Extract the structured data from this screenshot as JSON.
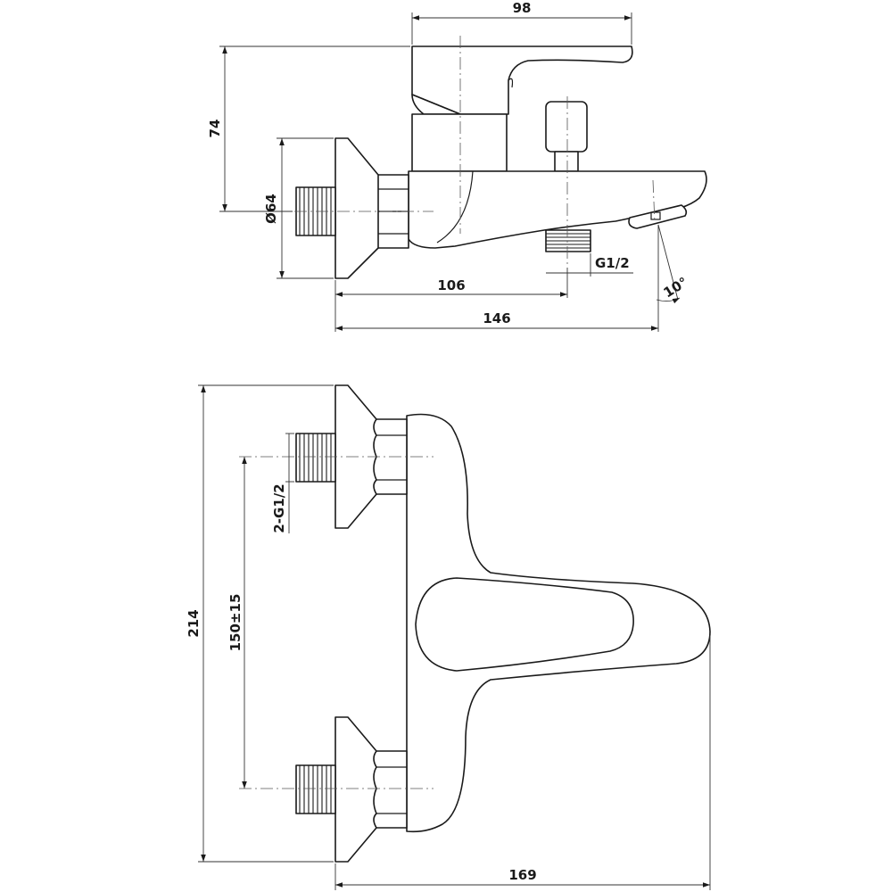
{
  "labels": {
    "top_width": "98",
    "top_height": "74",
    "flange_diameter": "Ø64",
    "spout_thread": "G1/2",
    "spout_offset": "106",
    "overall_length": "146",
    "spout_angle": "10°",
    "inlet_thread": "2-G1/2",
    "inlet_spacing": "150±15",
    "overall_height": "214",
    "overall_depth": "169"
  }
}
